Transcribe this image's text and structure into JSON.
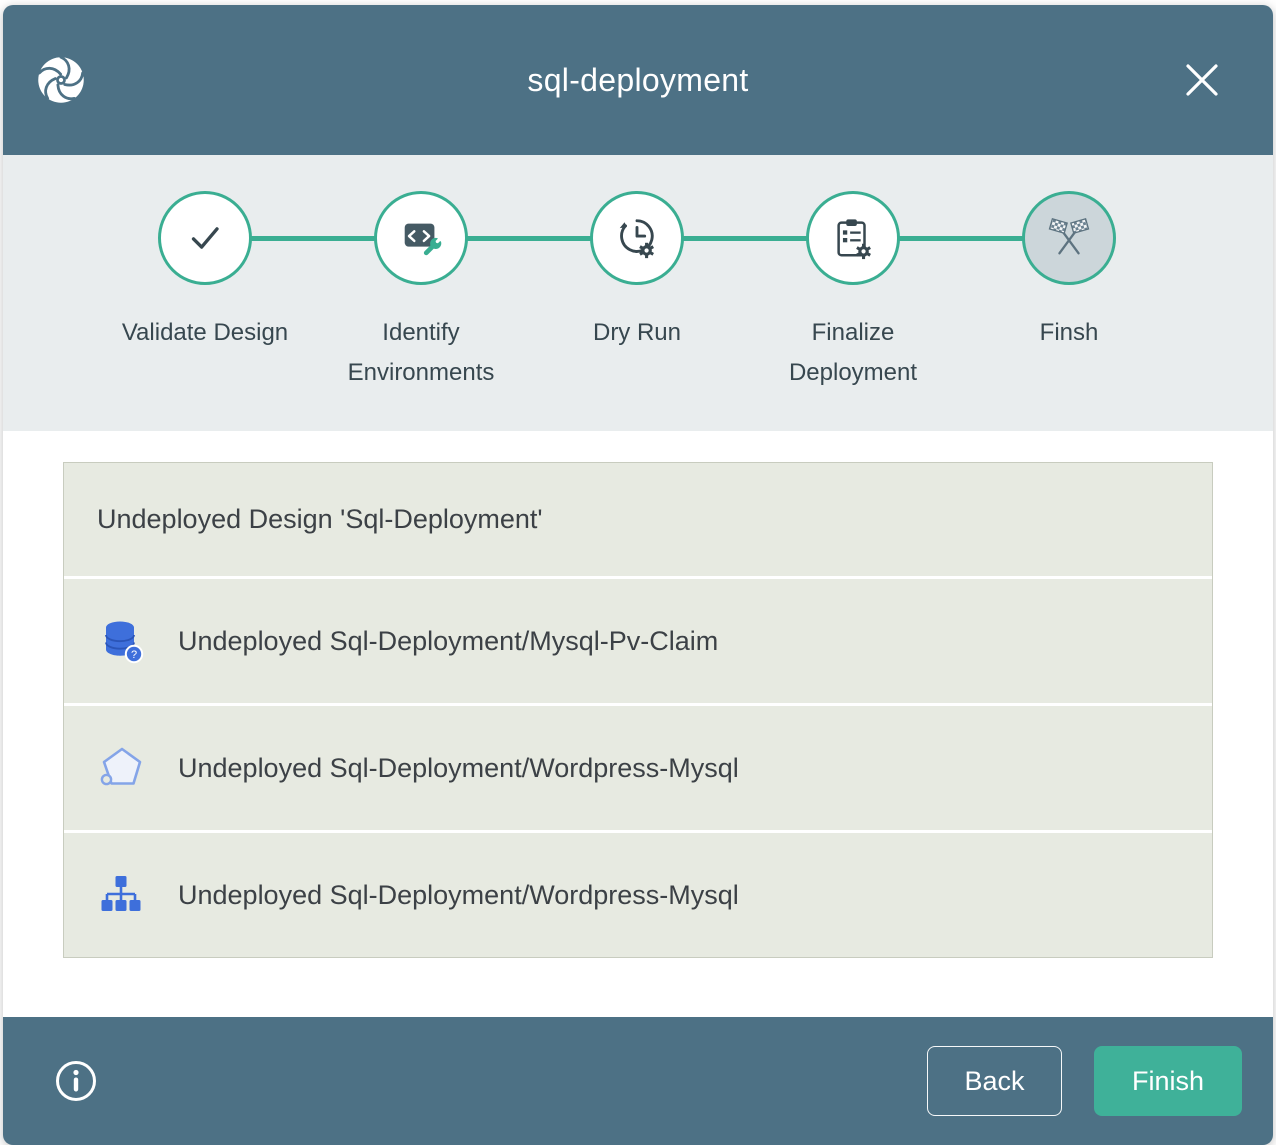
{
  "header": {
    "title": "sql-deployment"
  },
  "stepper": {
    "steps": [
      {
        "label": "Validate Design",
        "icon": "check-icon",
        "state": "completed"
      },
      {
        "label": "Identify Environments",
        "icon": "code-wrench-icon",
        "state": "completed"
      },
      {
        "label": "Dry Run",
        "icon": "dry-run-history-gear-icon",
        "state": "completed"
      },
      {
        "label": "Finalize Deployment",
        "icon": "clipboard-gear-icon",
        "state": "completed"
      },
      {
        "label": "Finsh",
        "icon": "checkered-flags-icon",
        "state": "current"
      }
    ]
  },
  "results": {
    "rows": [
      {
        "icon": "none",
        "text": "Undeployed Design 'Sql-Deployment'"
      },
      {
        "icon": "database-icon",
        "text": "Undeployed Sql-Deployment/Mysql-Pv-Claim"
      },
      {
        "icon": "pod-icon",
        "text": "Undeployed Sql-Deployment/Wordpress-Mysql"
      },
      {
        "icon": "tree-icon",
        "text": "Undeployed Sql-Deployment/Wordpress-Mysql"
      }
    ]
  },
  "footer": {
    "back_label": "Back",
    "finish_label": "Finish"
  },
  "colors": {
    "header_bg": "#4d7185",
    "accent_teal": "#3aae92",
    "finish_button": "#3fb199",
    "stepper_bg": "#e9edee",
    "panel_bg": "#e7eae1",
    "icon_blue": "#3e6fdb",
    "text_dark": "#37474f"
  }
}
